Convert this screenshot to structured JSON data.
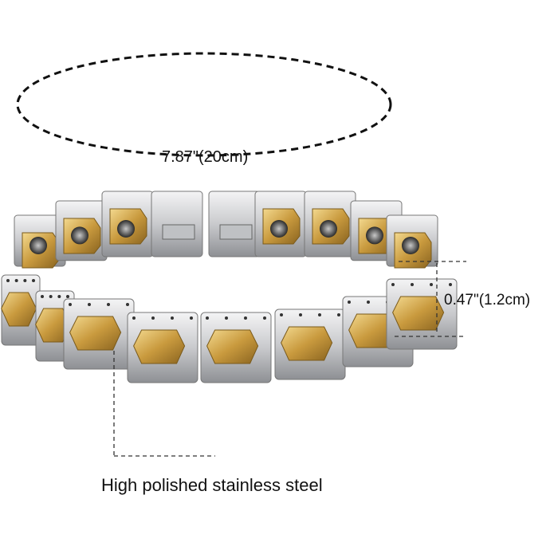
{
  "annotations": {
    "circumference": "7.87\"(20cm)",
    "width": "0.47\"(1.2cm)",
    "material": "High polished stainless steel"
  },
  "colors": {
    "silver": "#d9dadc",
    "gold": "#d9b15a",
    "line": "#111111"
  }
}
